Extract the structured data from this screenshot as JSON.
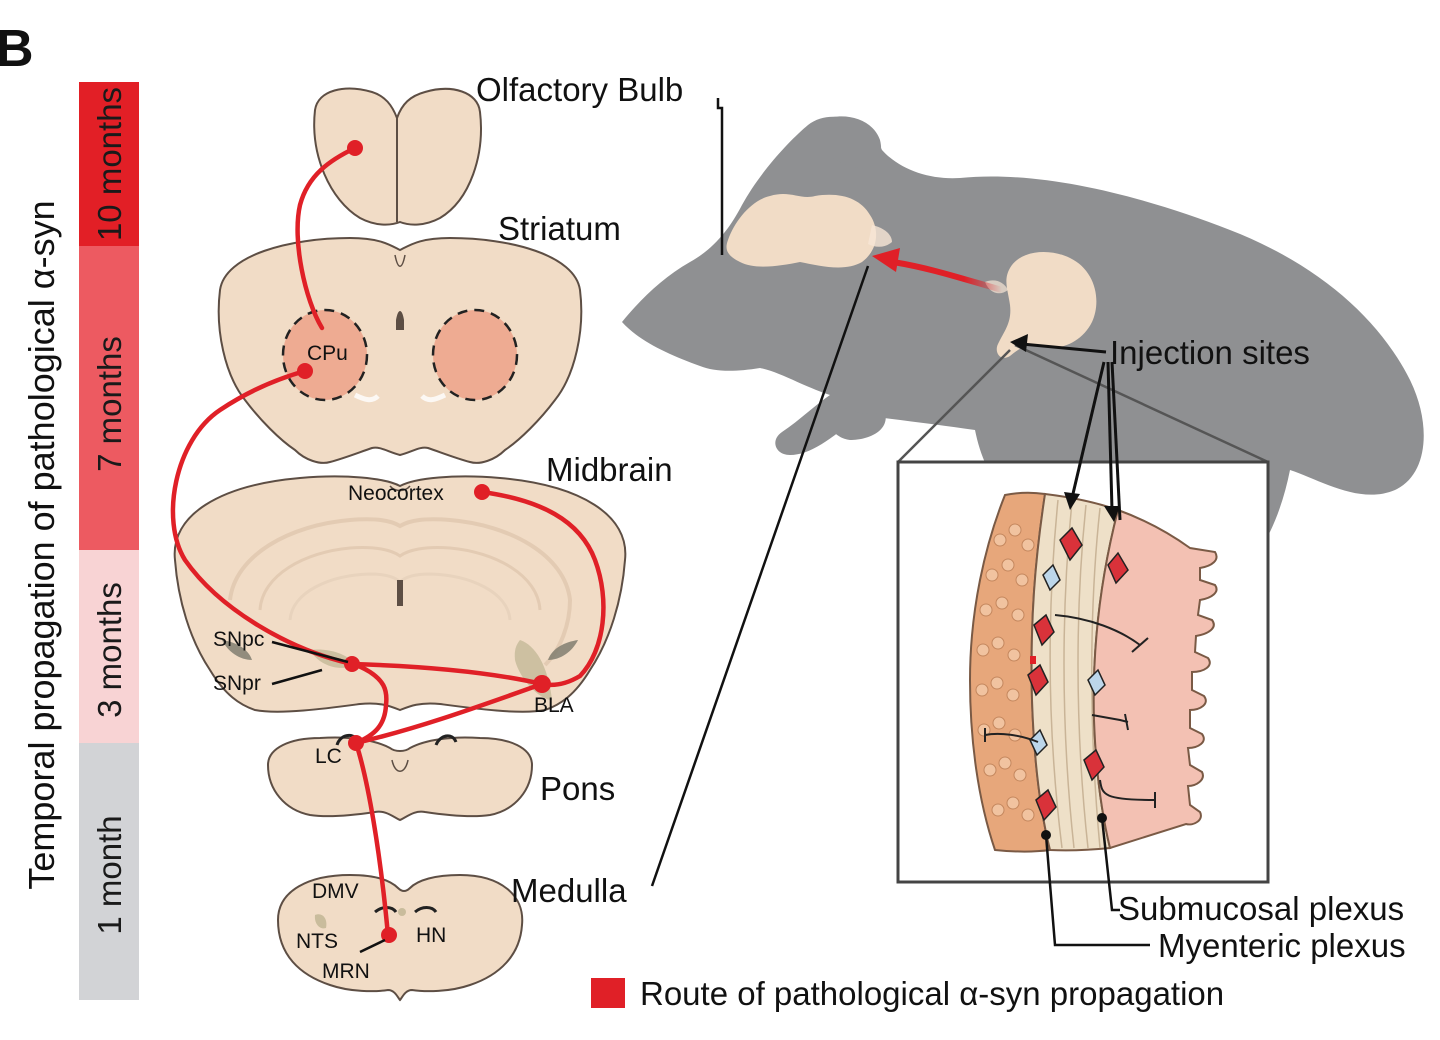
{
  "panel_letter": "B",
  "vertical_title": "Temporal propagation of pathological α-syn",
  "timeline": [
    {
      "label": "10 months",
      "color": "#e21f26"
    },
    {
      "label": "7 months",
      "color": "#ed5a61"
    },
    {
      "label": "3 months",
      "color": "#f8d3d4"
    },
    {
      "label": "1 month",
      "color": "#d2d3d6"
    }
  ],
  "regions": {
    "olfactory_bulb": "Olfactory Bulb",
    "striatum": "Striatum",
    "midbrain": "Midbrain",
    "pons": "Pons",
    "medulla": "Medulla"
  },
  "nuclei": {
    "cpu": "CPu",
    "neocortex": "Neocortex",
    "snpc": "SNpc",
    "snpr": "SNpr",
    "bla": "BLA",
    "lc": "LC",
    "dmv": "DMV",
    "nts": "NTS",
    "hn": "HN",
    "mrn": "MRN"
  },
  "gut": {
    "injection_sites": "Injection sites",
    "submucosal_plexus": "Submucosal plexus",
    "myenteric_plexus": "Myenteric plexus"
  },
  "legend": {
    "label": "Route of pathological α-syn propagation",
    "color": "#e02027"
  },
  "colors": {
    "route": "#e02027",
    "tissue": "#f1dcc6",
    "mouse": "#8f9092",
    "striatum_fill": "#eeab92"
  }
}
